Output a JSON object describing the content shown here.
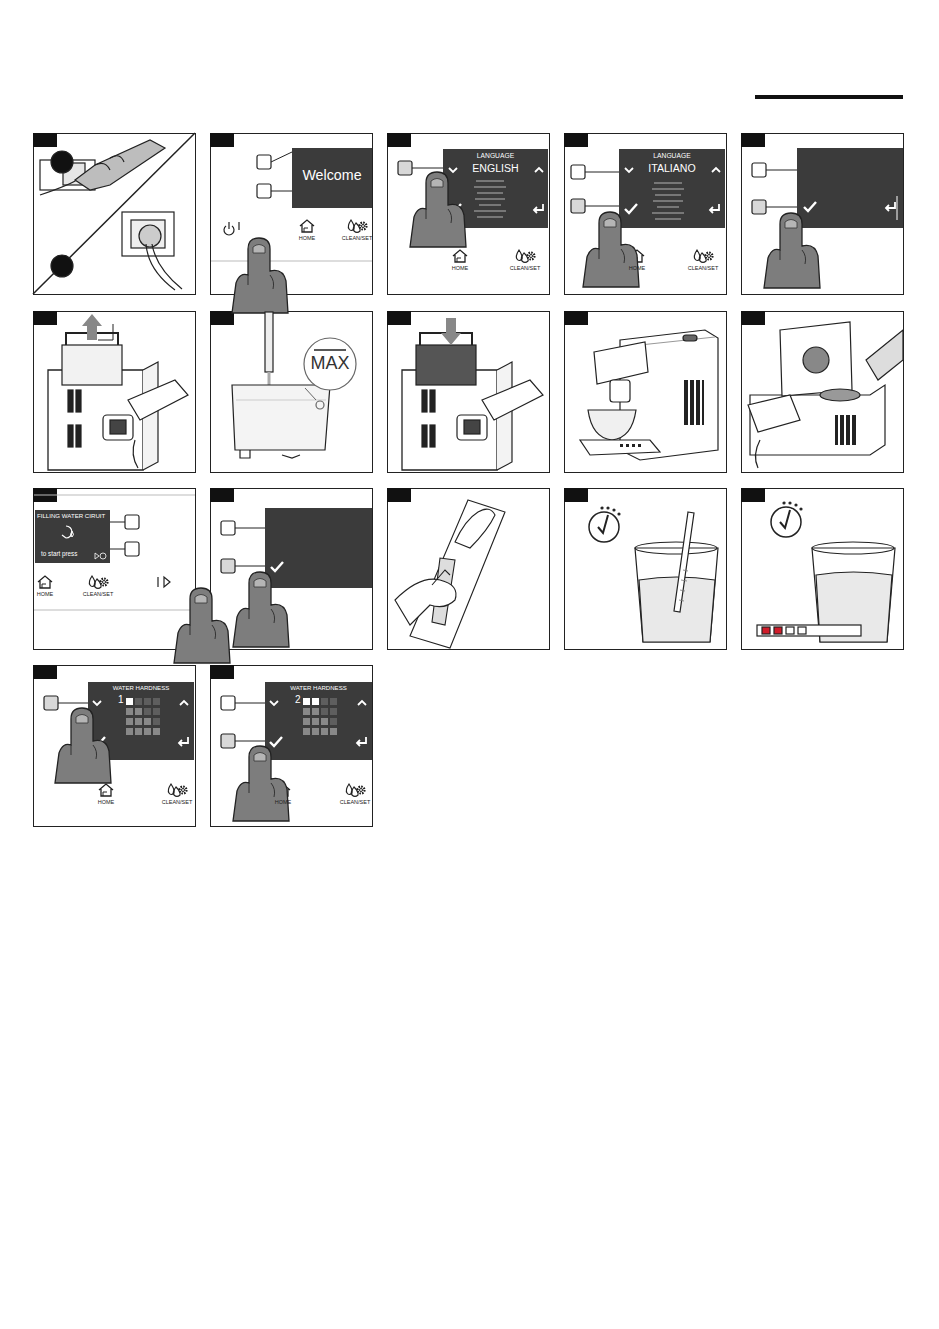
{
  "diagram": {
    "nodes": [
      {
        "text": [
          "Welcome"
        ]
      },
      {
        "text": [
          "LANGUAGE",
          "ENGLISH"
        ]
      },
      {
        "text": [
          "LANGUAGE",
          "ITALIANO"
        ]
      },
      {
        "text": [
          "FILLING WATER CIRUIT",
          "to start press"
        ]
      },
      {
        "text": [
          "WATER HARDNESS",
          "1"
        ]
      },
      {
        "text": [
          "WATER HARDNESS",
          "2"
        ]
      }
    ],
    "labels": [
      "HOME",
      "CLEAN/SET",
      "HOME",
      "CLEAN/SET",
      "HOME",
      "CLEAN/SET",
      "MAX",
      "HOME",
      "CLEAN/SET",
      "HOME",
      "CLEAN/SET",
      "HOME",
      "CLEAN/SET"
    ]
  }
}
